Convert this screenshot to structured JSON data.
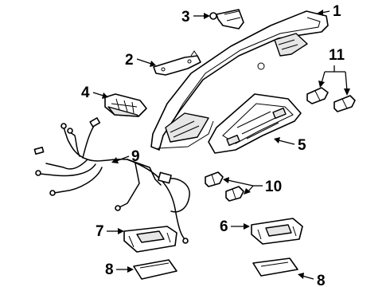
{
  "diagram": {
    "callouts": [
      {
        "id": "c1",
        "label": "1"
      },
      {
        "id": "c2",
        "label": "2"
      },
      {
        "id": "c3",
        "label": "3"
      },
      {
        "id": "c4",
        "label": "4"
      },
      {
        "id": "c5",
        "label": "5"
      },
      {
        "id": "c6",
        "label": "6"
      },
      {
        "id": "c7",
        "label": "7"
      },
      {
        "id": "c8a",
        "label": "8"
      },
      {
        "id": "c8b",
        "label": "8"
      },
      {
        "id": "c9",
        "label": "9"
      },
      {
        "id": "c10",
        "label": "10"
      },
      {
        "id": "c11",
        "label": "11"
      }
    ]
  }
}
